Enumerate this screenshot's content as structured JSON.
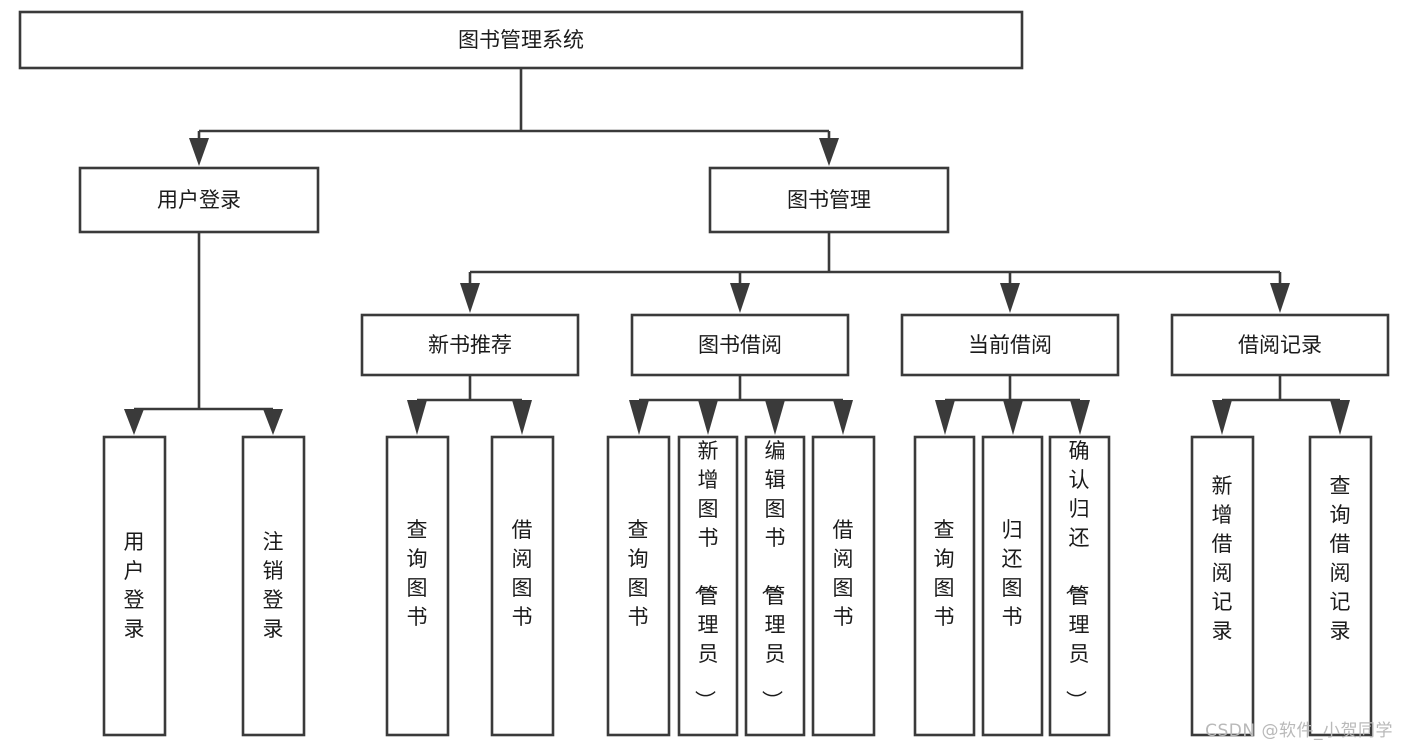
{
  "diagram": {
    "title": "图书管理系统",
    "type": "tree-hierarchy-diagram",
    "orientation": "top-down",
    "colors": {
      "box_stroke": "#3a3a3a",
      "box_fill": "#ffffff",
      "connector": "#3a3a3a",
      "text": "#1b1b1b",
      "watermark": "#b9b9b9",
      "background": "#ffffff"
    },
    "root": {
      "label": "图书管理系统"
    },
    "level2": [
      {
        "label": "用户登录"
      },
      {
        "label": "图书管理"
      }
    ],
    "level3": [
      {
        "label": "新书推荐"
      },
      {
        "label": "图书借阅"
      },
      {
        "label": "当前借阅"
      },
      {
        "label": "借阅记录"
      }
    ],
    "leaves": {
      "user_login": [
        {
          "label": "用户登录"
        },
        {
          "label": "注销登录"
        }
      ],
      "new_book_recommend": [
        {
          "label": "查询图书"
        },
        {
          "label": "借阅图书"
        }
      ],
      "book_borrow": [
        {
          "label": "查询图书"
        },
        {
          "label": "新增图书（管理员）"
        },
        {
          "label": "编辑图书（管理员）"
        },
        {
          "label": "借阅图书"
        }
      ],
      "current_borrow": [
        {
          "label": "查询图书"
        },
        {
          "label": "归还图书"
        },
        {
          "label": "确认归还（管理员）"
        }
      ],
      "borrow_records": [
        {
          "label": "新增借阅记录"
        },
        {
          "label": "查询借阅记录"
        }
      ]
    }
  },
  "watermark": {
    "text": "CSDN @软件_小贺同学"
  }
}
